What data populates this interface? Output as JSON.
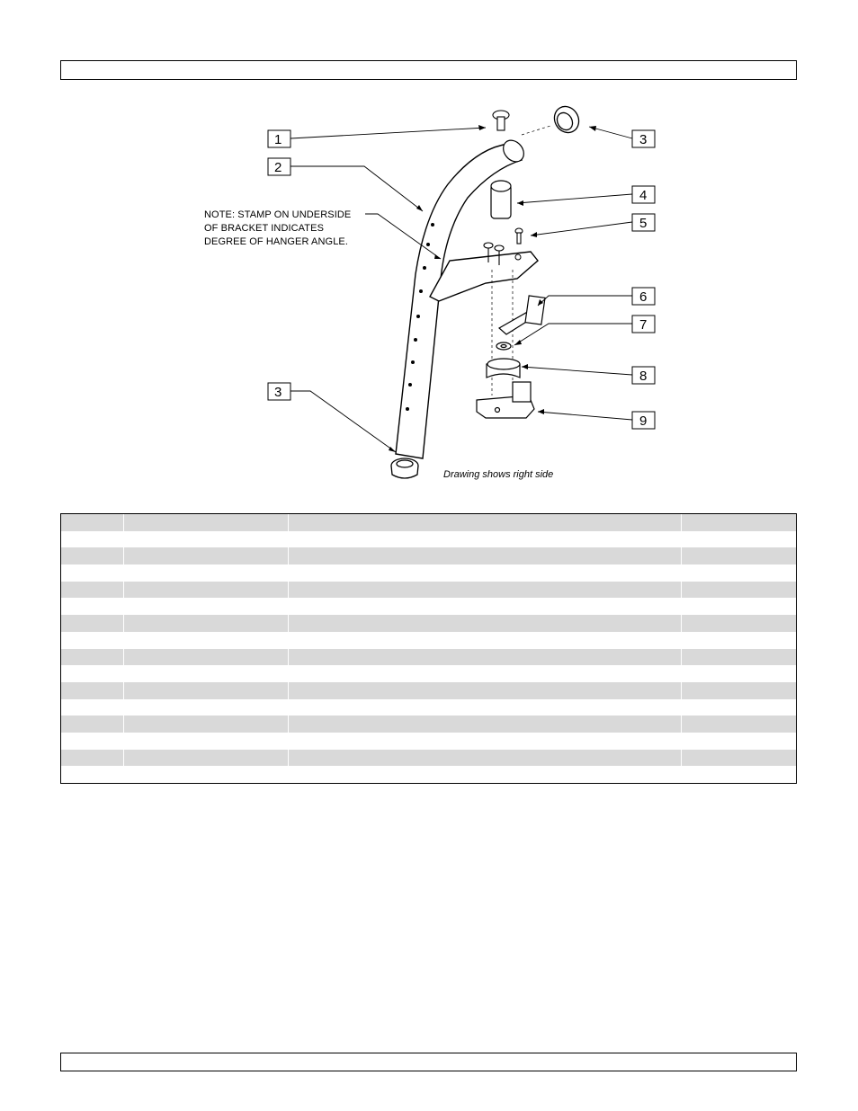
{
  "header": {
    "text": ""
  },
  "footer": {
    "text": ""
  },
  "drawing": {
    "note": "NOTE: STAMP ON UNDERSIDE\nOF BRACKET INDICATES\nDEGREE OF HANGER ANGLE.",
    "caption": "Drawing shows right side",
    "callouts": [
      "1",
      "2",
      "3",
      "4",
      "5",
      "6",
      "7",
      "8",
      "9",
      "3"
    ]
  },
  "parts_table": {
    "columns": [
      "",
      "",
      "",
      ""
    ],
    "rows": [
      [
        "",
        "",
        "",
        ""
      ],
      [
        "",
        "",
        "",
        ""
      ],
      [
        "",
        "",
        "",
        ""
      ],
      [
        "",
        "",
        "",
        ""
      ],
      [
        "",
        "",
        "",
        ""
      ],
      [
        "",
        "",
        "",
        ""
      ],
      [
        "",
        "",
        "",
        ""
      ],
      [
        "",
        "",
        "",
        ""
      ],
      [
        "",
        "",
        "",
        ""
      ],
      [
        "",
        "",
        "",
        ""
      ],
      [
        "",
        "",
        "",
        ""
      ],
      [
        "",
        "",
        "",
        ""
      ],
      [
        "",
        "",
        "",
        ""
      ],
      [
        "",
        "",
        "",
        ""
      ],
      [
        "",
        "",
        "",
        ""
      ]
    ]
  }
}
